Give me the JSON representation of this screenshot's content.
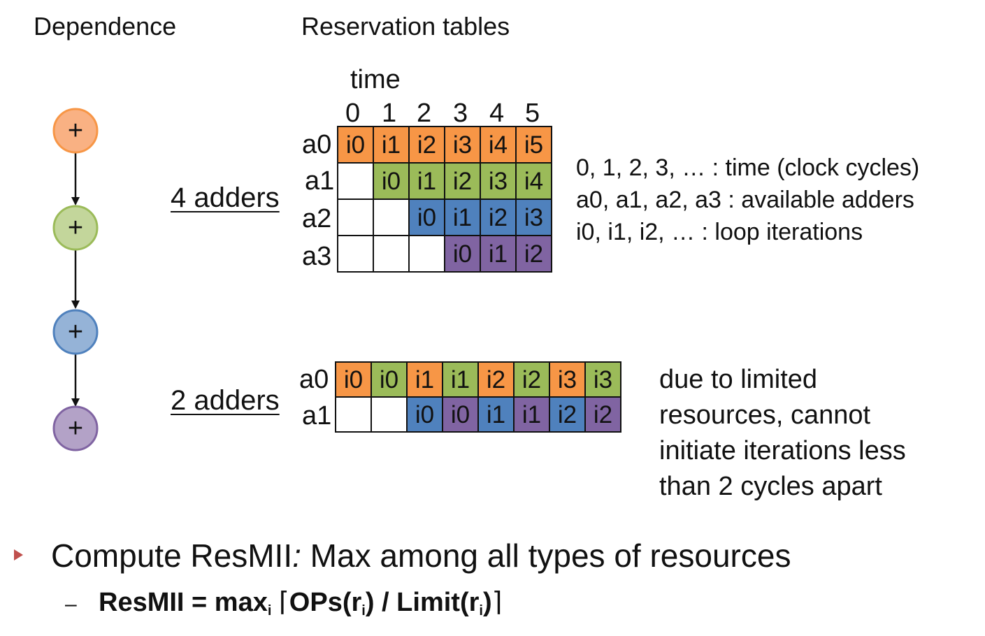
{
  "headers": {
    "dependence": "Dependence",
    "reservation": "Reservation tables"
  },
  "dependence_nodes": [
    {
      "symbol": "+",
      "color": "#F9B183",
      "stroke": "#F79646"
    },
    {
      "symbol": "+",
      "color": "#C3D69B",
      "stroke": "#9BBB59"
    },
    {
      "symbol": "+",
      "color": "#95B3D7",
      "stroke": "#4F81BD"
    },
    {
      "symbol": "+",
      "color": "#B3A2C7",
      "stroke": "#8064A2"
    }
  ],
  "table4": {
    "label": "4 adders",
    "time_label": "time",
    "cols": [
      "0",
      "1",
      "2",
      "3",
      "4",
      "5"
    ],
    "rows": [
      {
        "label": "a0",
        "cells": [
          {
            "t": "i0",
            "c": "or"
          },
          {
            "t": "i1",
            "c": "or"
          },
          {
            "t": "i2",
            "c": "or"
          },
          {
            "t": "i3",
            "c": "or"
          },
          {
            "t": "i4",
            "c": "or"
          },
          {
            "t": "i5",
            "c": "or"
          }
        ]
      },
      {
        "label": "a1",
        "cells": [
          {
            "t": "",
            "c": "wh"
          },
          {
            "t": "i0",
            "c": "gr"
          },
          {
            "t": "i1",
            "c": "gr"
          },
          {
            "t": "i2",
            "c": "gr"
          },
          {
            "t": "i3",
            "c": "gr"
          },
          {
            "t": "i4",
            "c": "gr"
          }
        ]
      },
      {
        "label": "a2",
        "cells": [
          {
            "t": "",
            "c": "wh"
          },
          {
            "t": "",
            "c": "wh"
          },
          {
            "t": "i0",
            "c": "bl"
          },
          {
            "t": "i1",
            "c": "bl"
          },
          {
            "t": "i2",
            "c": "bl"
          },
          {
            "t": "i3",
            "c": "bl"
          }
        ]
      },
      {
        "label": "a3",
        "cells": [
          {
            "t": "",
            "c": "wh"
          },
          {
            "t": "",
            "c": "wh"
          },
          {
            "t": "",
            "c": "wh"
          },
          {
            "t": "i0",
            "c": "pu"
          },
          {
            "t": "i1",
            "c": "pu"
          },
          {
            "t": "i2",
            "c": "pu"
          }
        ]
      }
    ]
  },
  "legend": [
    "0, 1, 2, 3, … : time (clock cycles)",
    "a0, a1, a2, a3 : available adders",
    "i0, i1, i2, … : loop iterations"
  ],
  "table2": {
    "label": "2 adders",
    "rows": [
      {
        "label": "a0",
        "cells": [
          {
            "t": "i0",
            "c": "or"
          },
          {
            "t": "i0",
            "c": "gr"
          },
          {
            "t": "i1",
            "c": "or"
          },
          {
            "t": "i1",
            "c": "gr"
          },
          {
            "t": "i2",
            "c": "or"
          },
          {
            "t": "i2",
            "c": "gr"
          },
          {
            "t": "i3",
            "c": "or"
          },
          {
            "t": "i3",
            "c": "gr"
          }
        ]
      },
      {
        "label": "a1",
        "cells": [
          {
            "t": "",
            "c": "wh"
          },
          {
            "t": "",
            "c": "wh"
          },
          {
            "t": "i0",
            "c": "bl"
          },
          {
            "t": "i0",
            "c": "pu"
          },
          {
            "t": "i1",
            "c": "bl"
          },
          {
            "t": "i1",
            "c": "pu"
          },
          {
            "t": "i2",
            "c": "bl"
          },
          {
            "t": "i2",
            "c": "pu"
          }
        ]
      }
    ]
  },
  "limited_note": [
    "due to limited",
    "resources, cannot",
    "initiate iterations less",
    "than 2 cycles apart"
  ],
  "bullet": {
    "lead": "Compute ResMII",
    "colon": ":",
    "rest": " Max among all types of resources"
  },
  "formula": {
    "dash": "–",
    "lhs": "ResMII = max",
    "lhs_sub": "i",
    "ceil_open": "⌈",
    "ops": "OPs(r",
    "ops_sub": "i",
    "mid": ") / Limit(r",
    "lim_sub": "i",
    "close": ")",
    "ceil_close": "⌉"
  },
  "colors": {
    "orange": "#F79646",
    "green": "#9BBB59",
    "blue": "#4F81BD",
    "purple": "#8064A2",
    "bullet": "#C0504D"
  }
}
